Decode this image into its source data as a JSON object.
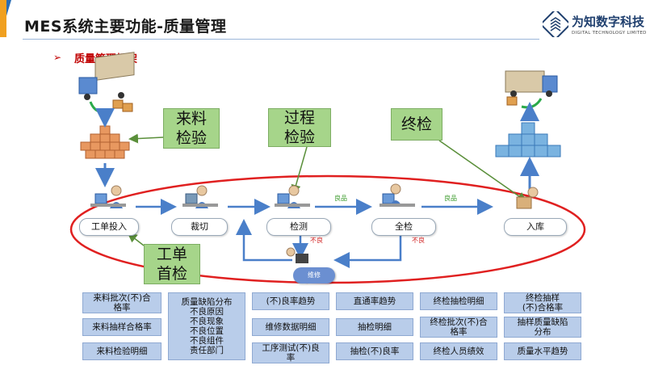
{
  "header": {
    "title": "MES系统主要功能-质量管理",
    "bullet": "➢",
    "subtitle": "质量管理框架"
  },
  "logo": {
    "name": "为知数字科技",
    "sub": "DIGITAL TECHNOLOGY LIMITED"
  },
  "callouts": {
    "incoming": "来料\n检验",
    "process": "过程\n检验",
    "final": "终检",
    "first": "工单\n首检"
  },
  "nodes": {
    "work_order": "工单投入",
    "cutting": "裁切",
    "inspection": "检测",
    "full_inspection": "全检",
    "warehouse": "入库",
    "repair": "维修"
  },
  "tags": {
    "good_1": "良品",
    "good_2": "良品",
    "bad_1": "不良",
    "bad_2": "不良"
  },
  "colors": {
    "accent_blue": "#2a6db5",
    "accent_orange": "#f0a020",
    "callout_green": "#a6d58a",
    "report_blue": "#b9cdea",
    "ellipse_red": "#e02020",
    "flow_blue": "#4a7fc9"
  },
  "reports": {
    "col1": [
      "来料批次(不)合\n格率",
      "来料抽样合格率",
      "来料检验明细"
    ],
    "col2": [
      "质量缺陷分布\n不良原因\n不良现象\n不良位置\n不良组件\n责任部门"
    ],
    "col3": [
      "(不)良率趋势",
      "维修数据明细",
      "工序测试(不)良\n率"
    ],
    "col4": [
      "直通率趋势",
      "抽检明细",
      "抽检(不)良率"
    ],
    "col5": [
      "终检抽检明细",
      "终检批次(不)合\n格率",
      "终检人员绩效"
    ],
    "col6": [
      "终检抽样\n(不)合格率",
      "抽样质量缺陷\n分布",
      "质量水平趋势"
    ]
  }
}
